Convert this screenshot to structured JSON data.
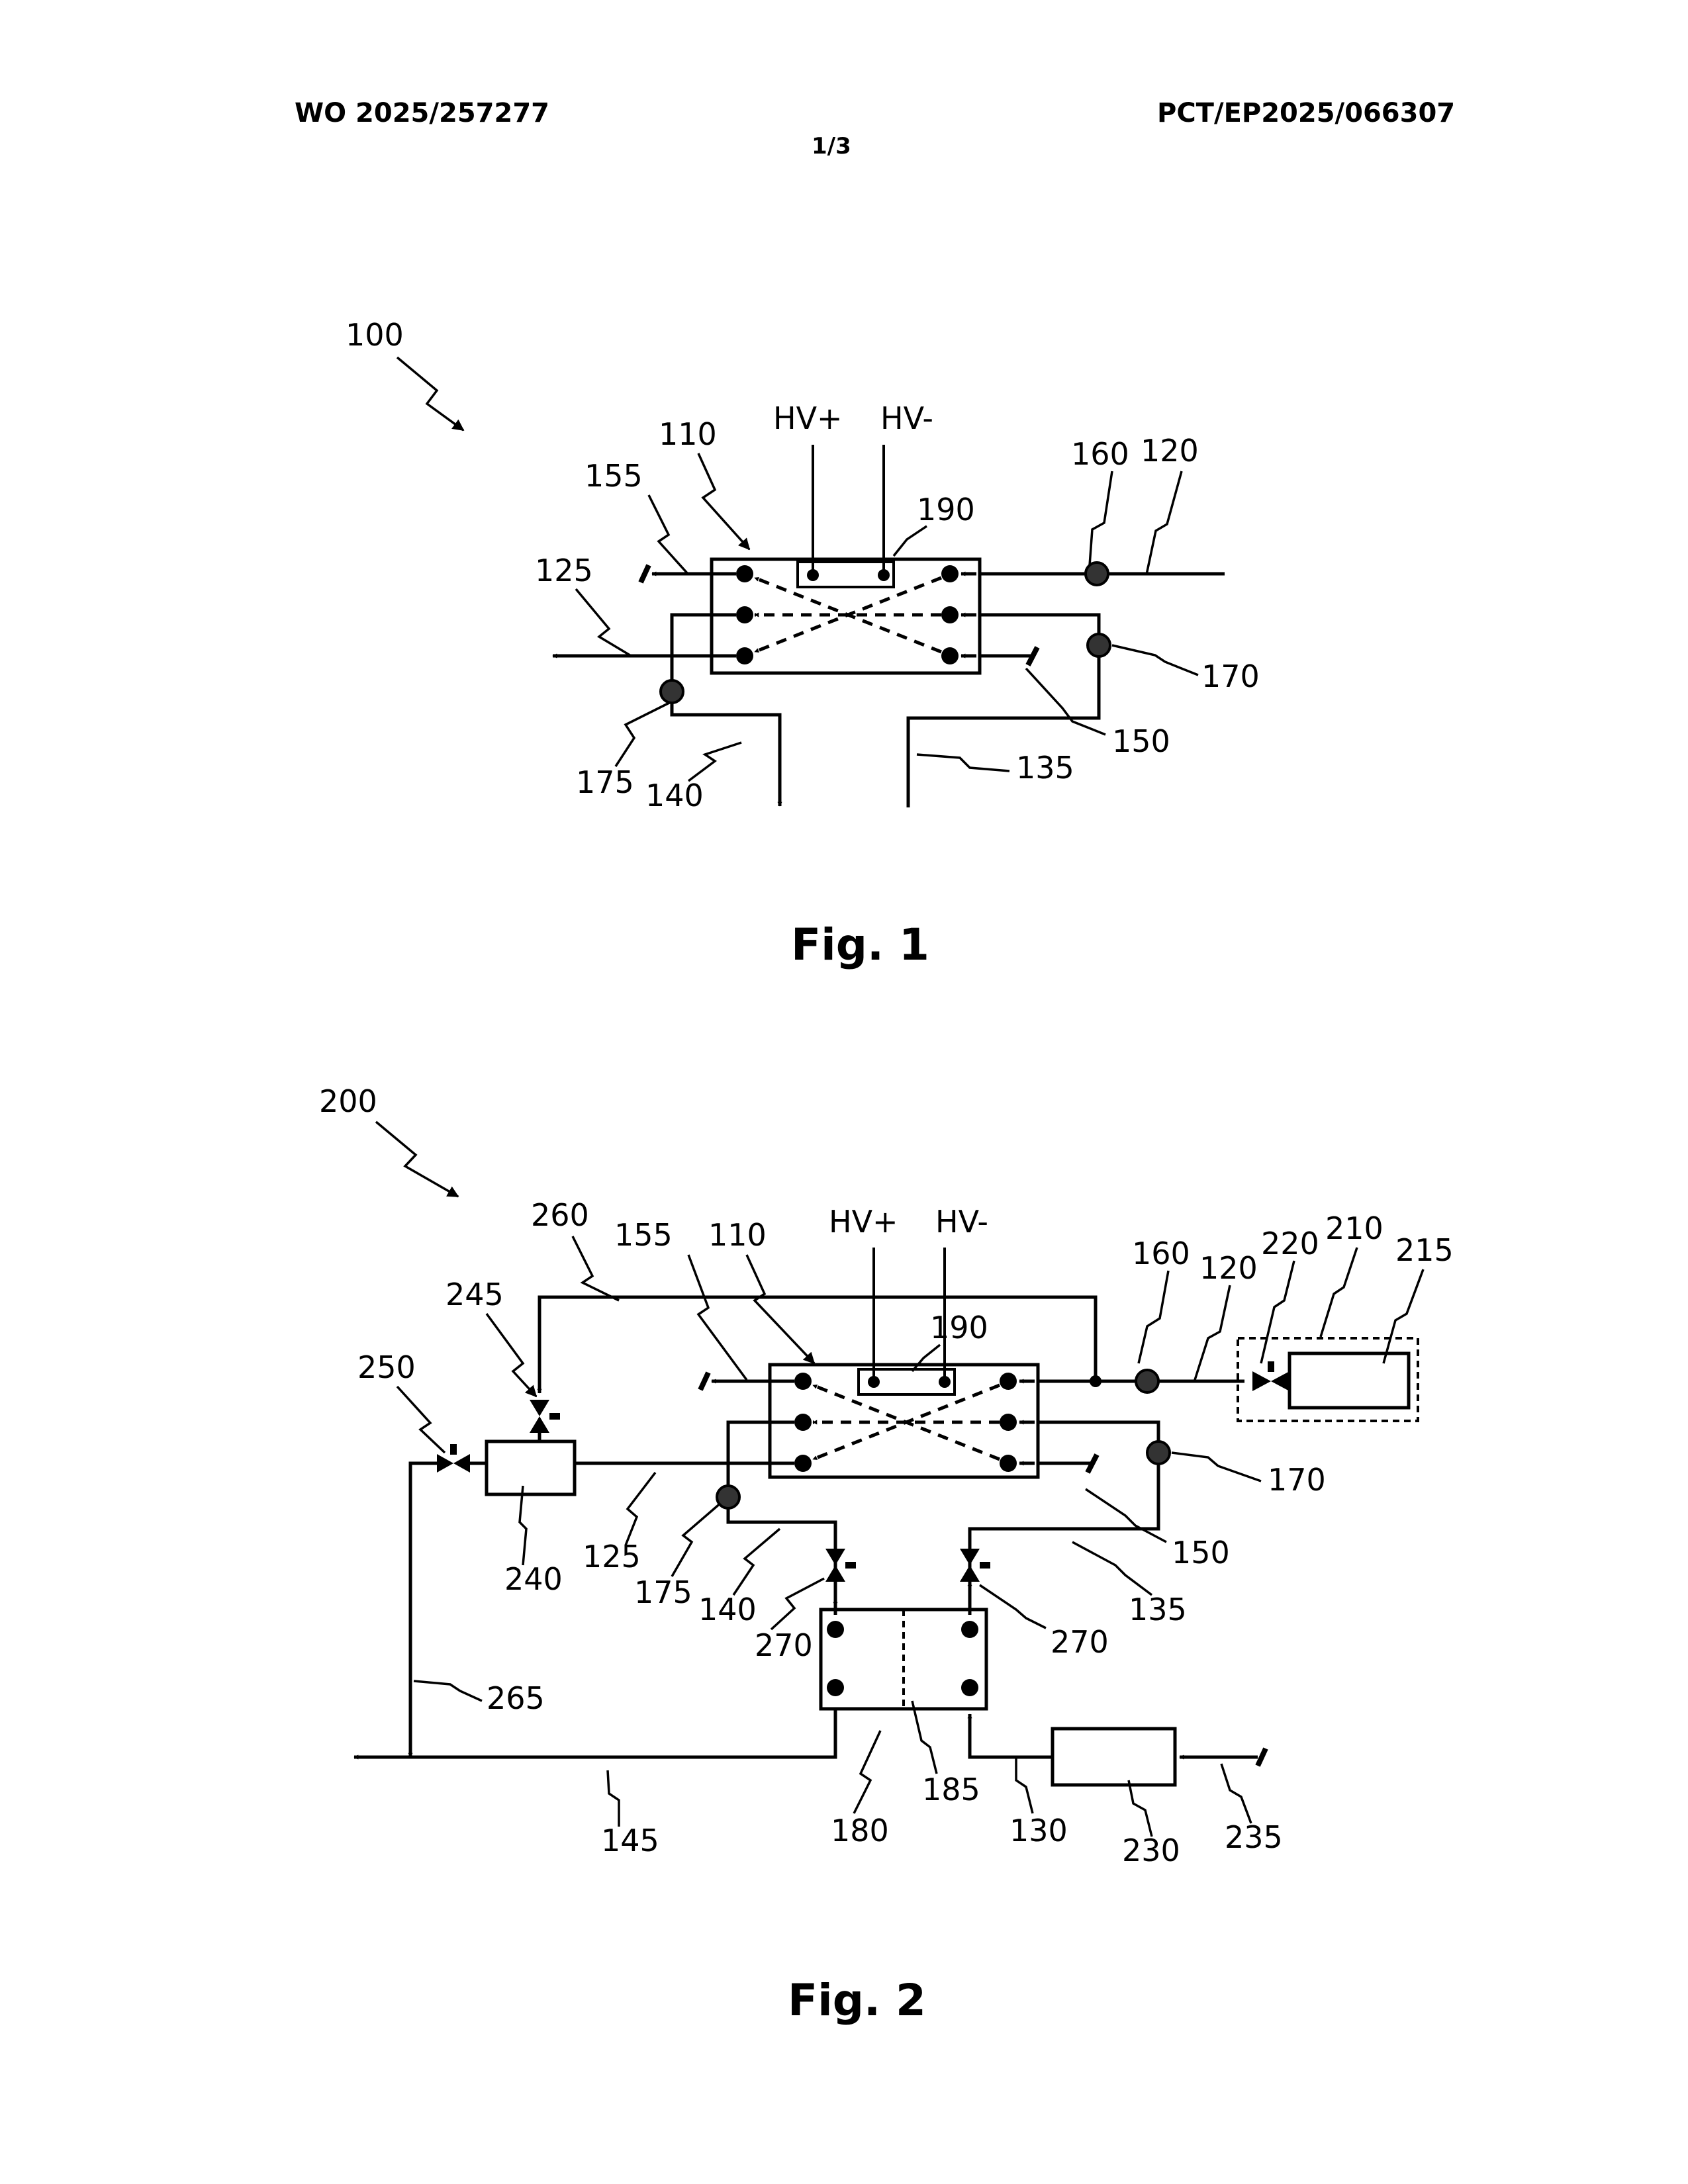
{
  "header": {
    "publication_number": "WO 2025/257277",
    "application_number": "PCT/EP2025/066307",
    "sheet": "1/3"
  },
  "figure1": {
    "caption": "Fig. 1",
    "labels": {
      "n100": "100",
      "n110": "110",
      "n120": "120",
      "n125": "125",
      "n135": "135",
      "n140": "140",
      "n150": "150",
      "n155": "155",
      "n160": "160",
      "n170": "170",
      "n175": "175",
      "n190": "190",
      "hv_plus": "HV+",
      "hv_minus": "HV-"
    }
  },
  "figure2": {
    "caption": "Fig. 2",
    "labels": {
      "n200": "200",
      "n110": "110",
      "n120": "120",
      "n125": "125",
      "n130": "130",
      "n135": "135",
      "n140": "140",
      "n145": "145",
      "n150": "150",
      "n155": "155",
      "n160": "160",
      "n170": "170",
      "n175": "175",
      "n180": "180",
      "n185": "185",
      "n190": "190",
      "n210": "210",
      "n215": "215",
      "n220": "220",
      "n230": "230",
      "n235": "235",
      "n240": "240",
      "n245": "245",
      "n250": "250",
      "n260": "260",
      "n265": "265",
      "n270a": "270",
      "n270b": "270",
      "hv_plus": "HV+",
      "hv_minus": "HV-"
    }
  }
}
